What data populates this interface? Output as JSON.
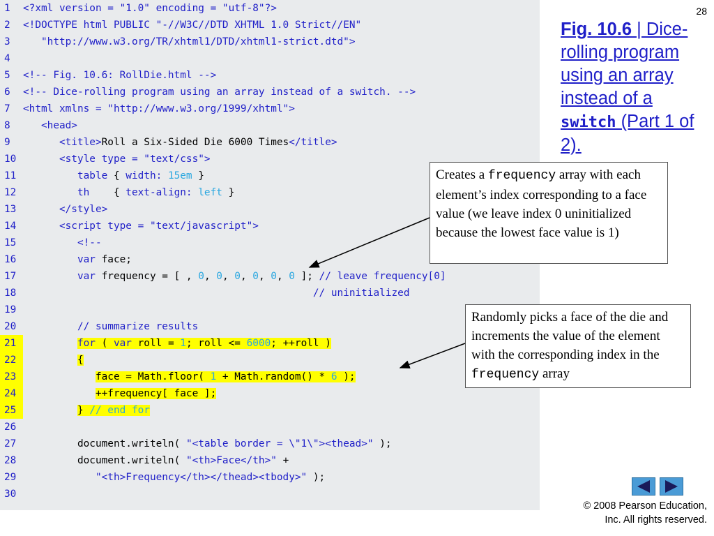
{
  "page_number": "28",
  "title": {
    "fig_label": "Fig. 10.6",
    "sep": " | Dice-rolling program using an array instead of a ",
    "keyword": "switch",
    "suffix": " (Part 1 of 2)."
  },
  "code_lines": [
    {
      "n": "1",
      "hl": false,
      "tokens": [
        {
          "c": "m",
          "t": "<?xml version = "
        },
        {
          "c": "s",
          "t": "\"1.0\""
        },
        {
          "c": "m",
          "t": " encoding = "
        },
        {
          "c": "s",
          "t": "\"utf-8\""
        },
        {
          "c": "m",
          "t": "?>"
        }
      ]
    },
    {
      "n": "2",
      "hl": false,
      "tokens": [
        {
          "c": "m",
          "t": "<!DOCTYPE html PUBLIC "
        },
        {
          "c": "s",
          "t": "\"-//W3C//DTD XHTML 1.0 Strict//EN\""
        }
      ]
    },
    {
      "n": "3",
      "hl": false,
      "tokens": [
        {
          "c": "s",
          "t": "   \"http://www.w3.org/TR/xhtml1/DTD/xhtml1-strict.dtd\""
        },
        {
          "c": "m",
          "t": ">"
        }
      ]
    },
    {
      "n": "4",
      "hl": false,
      "tokens": []
    },
    {
      "n": "5",
      "hl": false,
      "tokens": [
        {
          "c": "c",
          "t": "<!-- Fig. 10.6: RollDie.html -->"
        }
      ]
    },
    {
      "n": "6",
      "hl": false,
      "tokens": [
        {
          "c": "c",
          "t": "<!-- Dice-rolling program using an array instead of a switch. -->"
        }
      ]
    },
    {
      "n": "7",
      "hl": false,
      "tokens": [
        {
          "c": "m",
          "t": "<html xmlns = "
        },
        {
          "c": "s",
          "t": "\"http://www.w3.org/1999/xhtml\""
        },
        {
          "c": "m",
          "t": ">"
        }
      ]
    },
    {
      "n": "8",
      "hl": false,
      "tokens": [
        {
          "c": "m",
          "t": "   <head>"
        }
      ]
    },
    {
      "n": "9",
      "hl": false,
      "tokens": [
        {
          "c": "m",
          "t": "      <title>"
        },
        {
          "c": "d",
          "t": "Roll a Six-Sided Die 6000 Times"
        },
        {
          "c": "m",
          "t": "</title>"
        }
      ]
    },
    {
      "n": "10",
      "hl": false,
      "tokens": [
        {
          "c": "m",
          "t": "      <style type = "
        },
        {
          "c": "s",
          "t": "\"text/css\""
        },
        {
          "c": "m",
          "t": ">"
        }
      ]
    },
    {
      "n": "11",
      "hl": false,
      "tokens": [
        {
          "c": "k",
          "t": "         table"
        },
        {
          "c": "d",
          "t": " { "
        },
        {
          "c": "k",
          "t": "width:"
        },
        {
          "c": "n",
          "t": " 15em"
        },
        {
          "c": "d",
          "t": " }"
        }
      ]
    },
    {
      "n": "12",
      "hl": false,
      "tokens": [
        {
          "c": "k",
          "t": "         th"
        },
        {
          "c": "d",
          "t": "    { "
        },
        {
          "c": "k",
          "t": "text-align:"
        },
        {
          "c": "n",
          "t": " left"
        },
        {
          "c": "d",
          "t": " }"
        }
      ]
    },
    {
      "n": "13",
      "hl": false,
      "tokens": [
        {
          "c": "m",
          "t": "      </style>"
        }
      ]
    },
    {
      "n": "14",
      "hl": false,
      "tokens": [
        {
          "c": "m",
          "t": "      <script type = "
        },
        {
          "c": "s",
          "t": "\"text/javascript\""
        },
        {
          "c": "m",
          "t": ">"
        }
      ]
    },
    {
      "n": "15",
      "hl": false,
      "tokens": [
        {
          "c": "m",
          "t": "         <!--"
        }
      ]
    },
    {
      "n": "16",
      "hl": false,
      "tokens": [
        {
          "c": "k",
          "t": "         var"
        },
        {
          "c": "d",
          "t": " face;"
        }
      ]
    },
    {
      "n": "17",
      "hl": false,
      "tokens": [
        {
          "c": "k",
          "t": "         var"
        },
        {
          "c": "d",
          "t": " frequency = [ , "
        },
        {
          "c": "n",
          "t": "0"
        },
        {
          "c": "d",
          "t": ", "
        },
        {
          "c": "n",
          "t": "0"
        },
        {
          "c": "d",
          "t": ", "
        },
        {
          "c": "n",
          "t": "0"
        },
        {
          "c": "d",
          "t": ", "
        },
        {
          "c": "n",
          "t": "0"
        },
        {
          "c": "d",
          "t": ", "
        },
        {
          "c": "n",
          "t": "0"
        },
        {
          "c": "d",
          "t": ", "
        },
        {
          "c": "n",
          "t": "0"
        },
        {
          "c": "d",
          "t": " ]; "
        },
        {
          "c": "c",
          "t": "// leave frequency[0]"
        }
      ]
    },
    {
      "n": "18",
      "hl": false,
      "tokens": [
        {
          "c": "c",
          "t": "                                                // uninitialized"
        }
      ]
    },
    {
      "n": "19",
      "hl": false,
      "tokens": []
    },
    {
      "n": "20",
      "hl": false,
      "tokens": [
        {
          "c": "c",
          "t": "         // summarize results"
        }
      ]
    },
    {
      "n": "21",
      "hl": true,
      "tokens": [
        {
          "c": "k",
          "t": "         for"
        },
        {
          "c": "d",
          "t": " ( "
        },
        {
          "c": "k",
          "t": "var"
        },
        {
          "c": "d",
          "t": " roll = "
        },
        {
          "c": "n",
          "t": "1"
        },
        {
          "c": "d",
          "t": "; roll <= "
        },
        {
          "c": "n",
          "t": "6000"
        },
        {
          "c": "d",
          "t": "; ++roll )"
        }
      ]
    },
    {
      "n": "22",
      "hl": true,
      "tokens": [
        {
          "c": "d",
          "t": "         {"
        }
      ]
    },
    {
      "n": "23",
      "hl": true,
      "tokens": [
        {
          "c": "d",
          "t": "            face = Math.floor( "
        },
        {
          "c": "n",
          "t": "1"
        },
        {
          "c": "d",
          "t": " + Math.random() * "
        },
        {
          "c": "n",
          "t": "6"
        },
        {
          "c": "d",
          "t": " );"
        }
      ]
    },
    {
      "n": "24",
      "hl": true,
      "tokens": [
        {
          "c": "d",
          "t": "            ++frequency[ face ];"
        }
      ]
    },
    {
      "n": "25",
      "hl": true,
      "tokens": [
        {
          "c": "d",
          "t": "         } "
        },
        {
          "c": "f",
          "t": "// end for"
        }
      ]
    },
    {
      "n": "26",
      "hl": false,
      "tokens": []
    },
    {
      "n": "27",
      "hl": false,
      "tokens": [
        {
          "c": "d",
          "t": "         document.writeln( "
        },
        {
          "c": "s",
          "t": "\"<table border = \\\"1\\\"><thead>\""
        },
        {
          "c": "d",
          "t": " );"
        }
      ]
    },
    {
      "n": "28",
      "hl": false,
      "tokens": [
        {
          "c": "d",
          "t": "         document.writeln( "
        },
        {
          "c": "s",
          "t": "\"<th>Face</th>\""
        },
        {
          "c": "d",
          "t": " +"
        }
      ]
    },
    {
      "n": "29",
      "hl": false,
      "tokens": [
        {
          "c": "s",
          "t": "            \"<th>Frequency</th></thead><tbody>\""
        },
        {
          "c": "d",
          "t": " );"
        }
      ]
    },
    {
      "n": "30",
      "hl": false,
      "tokens": []
    }
  ],
  "callouts": {
    "frequency": {
      "pre": "Creates a ",
      "mono": "frequency",
      "post": " array with each element’s index corresponding to a face value (we leave index 0 uninitialized because the lowest face value is 1)"
    },
    "random": {
      "pre": "Randomly picks a face of the die and increments the value of the element with the corresponding index in the ",
      "mono": "frequency",
      "post": " array"
    }
  },
  "nav": {
    "prev_icon": "triangle-left-icon",
    "next_icon": "triangle-right-icon"
  },
  "copyright": {
    "line1": "© 2008 Pearson Education,",
    "line2": "Inc.  All rights reserved."
  },
  "colors": {
    "code_bg": "#e9ebed",
    "markup": "#1f1fc8",
    "number": "#2aa7e0",
    "highlight": "#ffff00",
    "nav_button": "#4a9bd6"
  }
}
